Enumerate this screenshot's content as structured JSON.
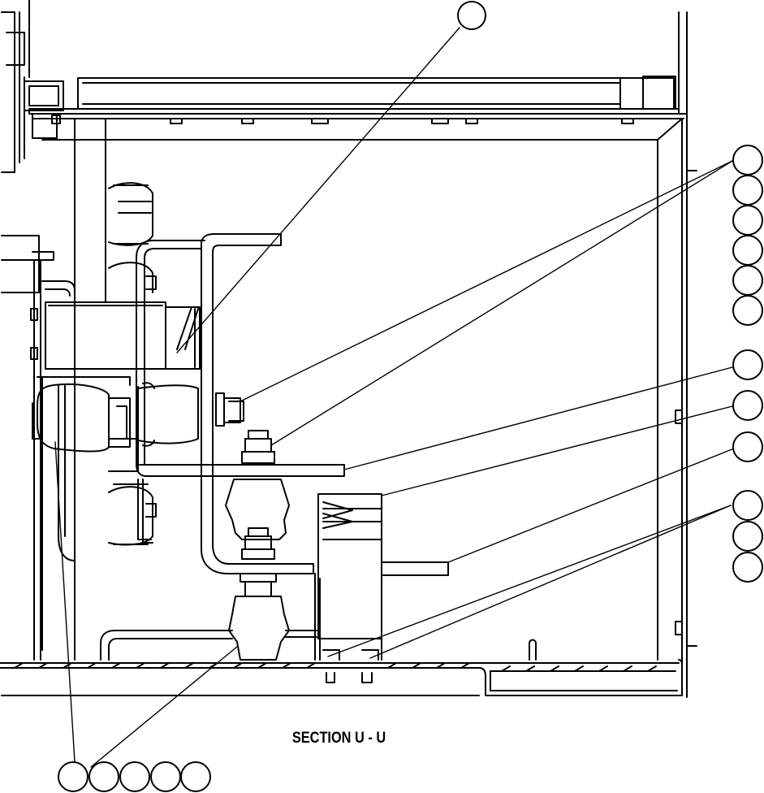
{
  "caption": "SECTION U - U",
  "colors": {
    "line": "#000000",
    "background": "#ffffff"
  },
  "callouts": {
    "top": {
      "count": 1
    },
    "right_group_1": {
      "count": 6
    },
    "right_single_1": {
      "count": 1
    },
    "right_single_2": {
      "count": 1
    },
    "right_single_3": {
      "count": 1
    },
    "right_group_2": {
      "count": 3
    },
    "bottom_group": {
      "count": 5
    }
  }
}
